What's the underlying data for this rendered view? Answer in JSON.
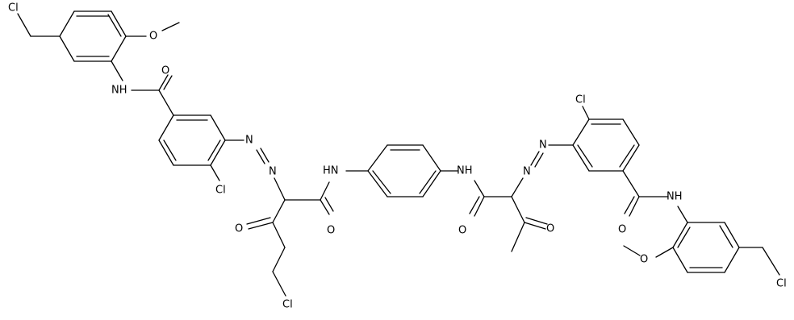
{
  "molecule": {
    "atom_labels": [
      {
        "id": "cl-ch2cl-top",
        "text": "Cl"
      },
      {
        "id": "o-methoxy-top",
        "text": "O"
      },
      {
        "id": "o-amide-top",
        "text": "O"
      },
      {
        "id": "nh-amide-top",
        "text": "NH"
      },
      {
        "id": "n-azo-left-1",
        "text": "N"
      },
      {
        "id": "n-azo-left-2",
        "text": "N"
      },
      {
        "id": "cl-ring-left",
        "text": "Cl"
      },
      {
        "id": "o-ketone-left",
        "text": "O"
      },
      {
        "id": "o-amide-center-left",
        "text": "O"
      },
      {
        "id": "nh-center-left",
        "text": "HN"
      },
      {
        "id": "cl-chain-bottom",
        "text": "Cl"
      },
      {
        "id": "nh-center-right",
        "text": "NH"
      },
      {
        "id": "o-amide-center-right",
        "text": "O"
      },
      {
        "id": "n-azo-right-1",
        "text": "N"
      },
      {
        "id": "n-azo-right-2",
        "text": "N"
      },
      {
        "id": "o-ketone-right",
        "text": "O"
      },
      {
        "id": "cl-ring-right",
        "text": "Cl"
      },
      {
        "id": "o-amide-right",
        "text": "O"
      },
      {
        "id": "nh-amide-right",
        "text": "NH"
      },
      {
        "id": "o-methoxy-bottom",
        "text": "O"
      },
      {
        "id": "cl-ch2cl-bottom",
        "text": "Cl"
      }
    ]
  }
}
